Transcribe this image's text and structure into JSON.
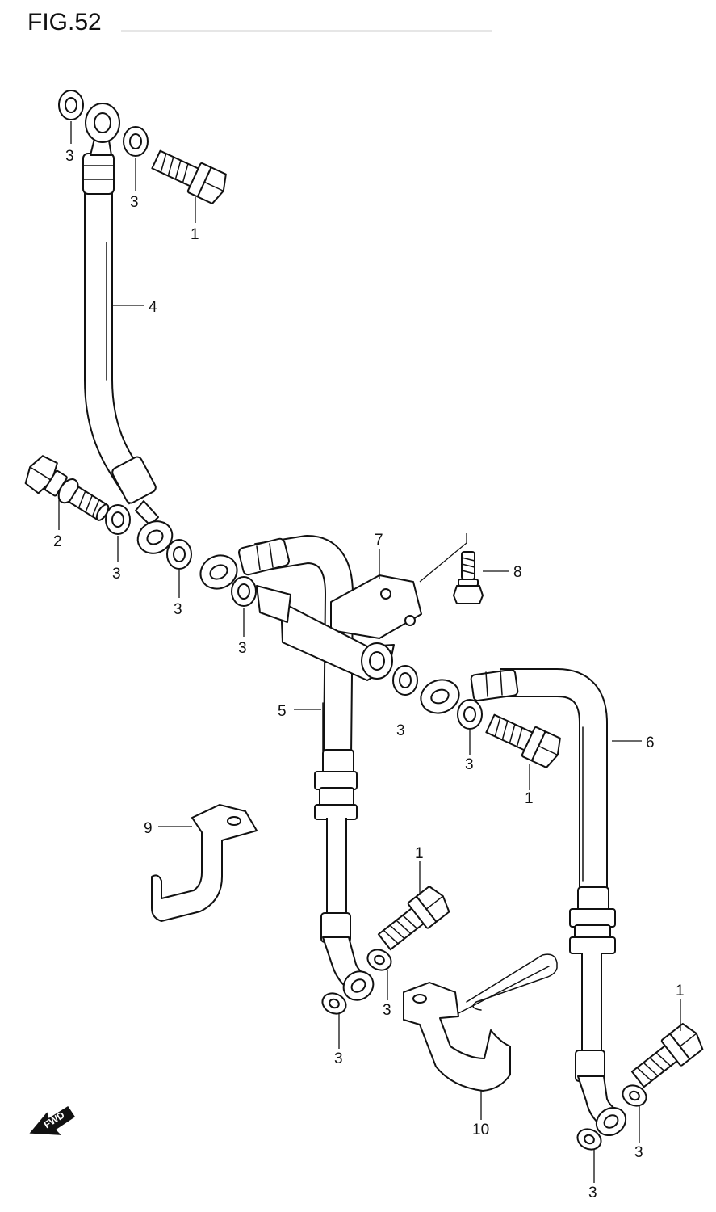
{
  "figure": {
    "title": "FIG.52",
    "fwd_label": "FWD"
  },
  "callouts": {
    "c1_top": "1",
    "c1_mid": "1",
    "c1_lower": "1",
    "c1_right": "1",
    "c2": "2",
    "c3_top_left": "3",
    "c3_top_mid": "3",
    "c3_left_a": "3",
    "c3_left_b": "3",
    "c3_center_a": "3",
    "c3_center_b": "3",
    "c3_center_c": "3",
    "c3_lower_a": "3",
    "c3_lower_b": "3",
    "c3_bottom_a": "3",
    "c3_bottom_b": "3",
    "c4": "4",
    "c5": "5",
    "c6": "6",
    "c7": "7",
    "c8": "8",
    "c9": "9",
    "c10": "10"
  }
}
